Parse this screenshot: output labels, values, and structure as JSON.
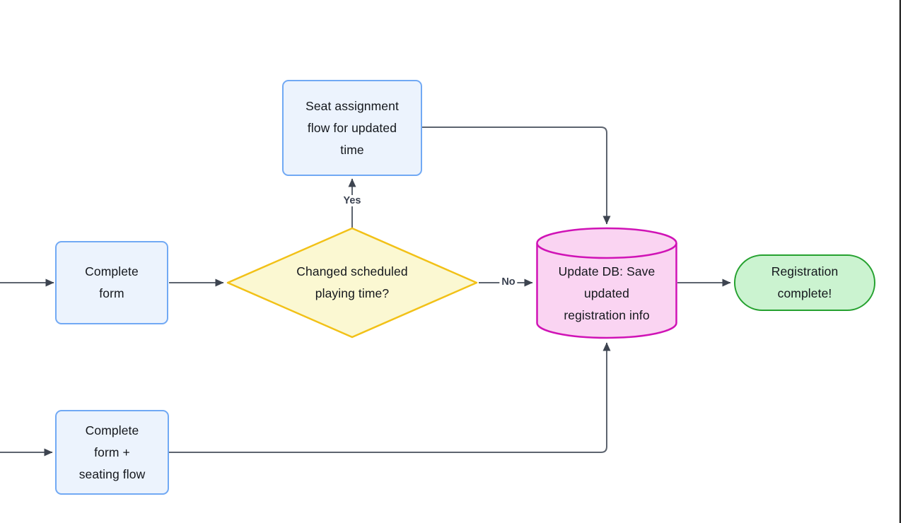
{
  "diagram": {
    "type": "flowchart",
    "nodes": {
      "complete_form": {
        "shape": "process",
        "text": "Complete\nform"
      },
      "seat_assignment": {
        "shape": "process",
        "text": "Seat assignment\nflow for updated\ntime"
      },
      "decision_changed_time": {
        "shape": "decision",
        "text": "Changed scheduled\nplaying time?"
      },
      "update_db": {
        "shape": "database",
        "text": "Update DB: Save\nupdated\nregistration info"
      },
      "registration_complete": {
        "shape": "terminator",
        "text": "Registration\ncomplete!"
      },
      "complete_form_seating": {
        "shape": "process",
        "text": "Complete\nform +\nseating flow"
      }
    },
    "edge_labels": {
      "yes": "Yes",
      "no": "No"
    }
  },
  "colors": {
    "edge": "#5d646f",
    "arrowhead": "#3d4450",
    "text": "#14171c",
    "label_text": "#3a4150",
    "process_fill": "#ecf3fd",
    "process_stroke": "#71a9f4",
    "decision_fill": "#fbf8d2",
    "decision_stroke": "#f2c117",
    "database_fill": "#fad4f2",
    "database_stroke": "#d013b6",
    "terminator_fill": "#cbf3d0",
    "terminator_stroke": "#25a12f",
    "canvas_edge": "#111111"
  }
}
